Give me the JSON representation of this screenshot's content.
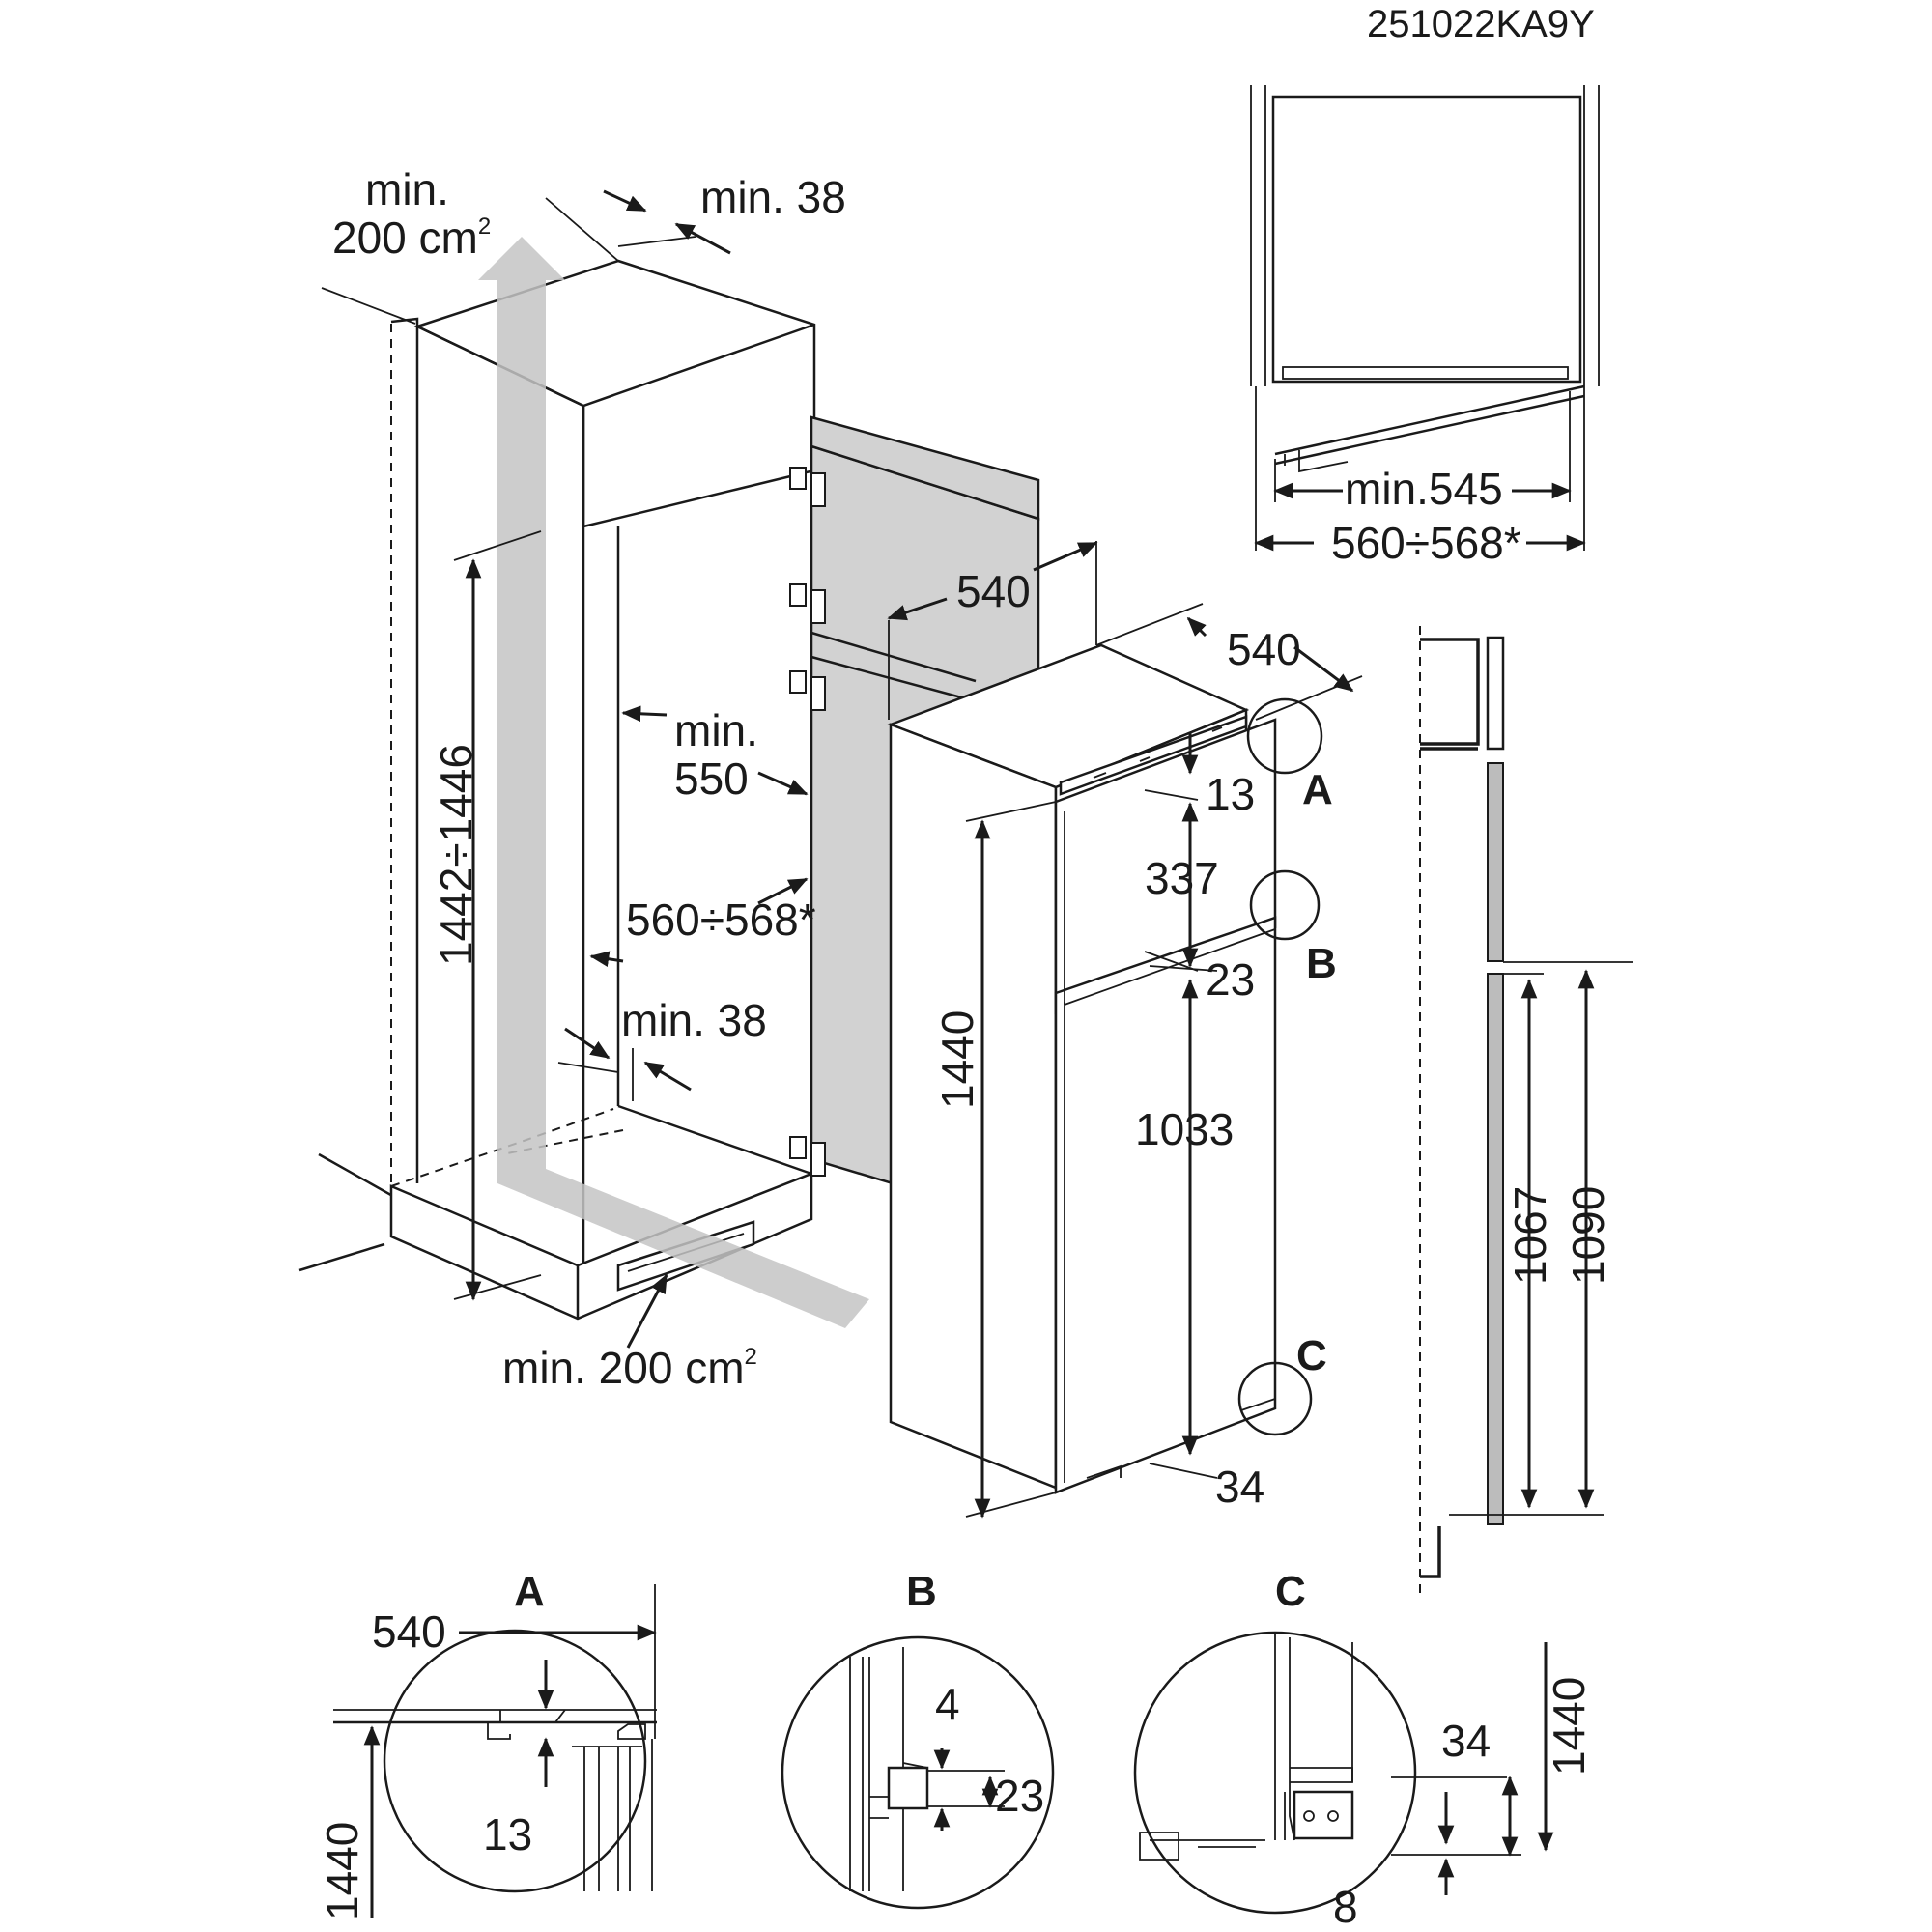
{
  "drawing_code": "251022KA9Y",
  "labels": {
    "vent_top_line1": "min.",
    "vent_top_line2": "200 cm",
    "vent_top_sup": "2",
    "vent_bottom": "min. 200 cm",
    "vent_bottom_sup": "2",
    "top_gap": "min. 38",
    "bottom_gap": "min. 38",
    "depth_min_line1": "min.",
    "depth_min_line2": "550",
    "niche_width": "560÷568*",
    "niche_height": "1442÷1446",
    "appliance_width": "540",
    "appliance_depth": "540",
    "appliance_height": "1440",
    "gap_top": "13",
    "upper_door": "337",
    "gap_middle": "23",
    "lower_door": "1033",
    "gap_bottom": "34",
    "side_1067": "1067",
    "side_1090": "1090",
    "plan_min": "min.545",
    "plan_range": "560÷568*"
  },
  "callouts": {
    "a": "A",
    "b": "B",
    "c": "C"
  },
  "details": {
    "a_title": "A",
    "a_width": "540",
    "a_gap": "13",
    "a_height": "1440",
    "b_title": "B",
    "b_gap": "4",
    "b_offset": "23",
    "c_title": "C",
    "c_offset": "34",
    "c_gap": "8",
    "c_height": "1440"
  }
}
